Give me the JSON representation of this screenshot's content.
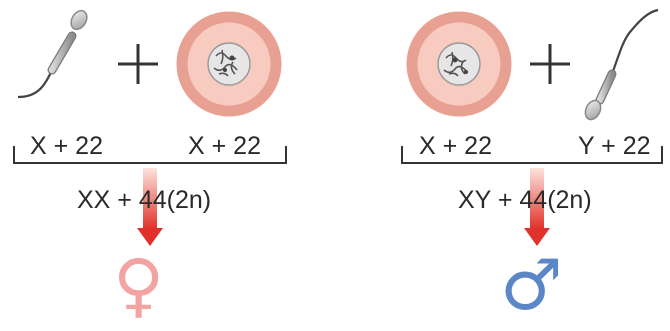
{
  "female_panel": {
    "sperm_chromosomes": "X + 22",
    "egg_chromosomes": "X + 22",
    "zygote_result": "XX + 44(2n)",
    "plus_sign": "+",
    "sex_symbol": "♀",
    "symbol_color": "#f4a3a3"
  },
  "male_panel": {
    "egg_chromosomes": "X + 22",
    "sperm_chromosomes": "Y + 22",
    "zygote_result": "XY + 44(2n)",
    "plus_sign": "+",
    "sex_symbol": "♂",
    "symbol_color": "#5b87c7"
  },
  "colors": {
    "egg_outer": "#e8a092",
    "egg_inner": "#f8cbc0",
    "arrow_top": "#fde3dd",
    "arrow_bottom": "#e0312a"
  }
}
